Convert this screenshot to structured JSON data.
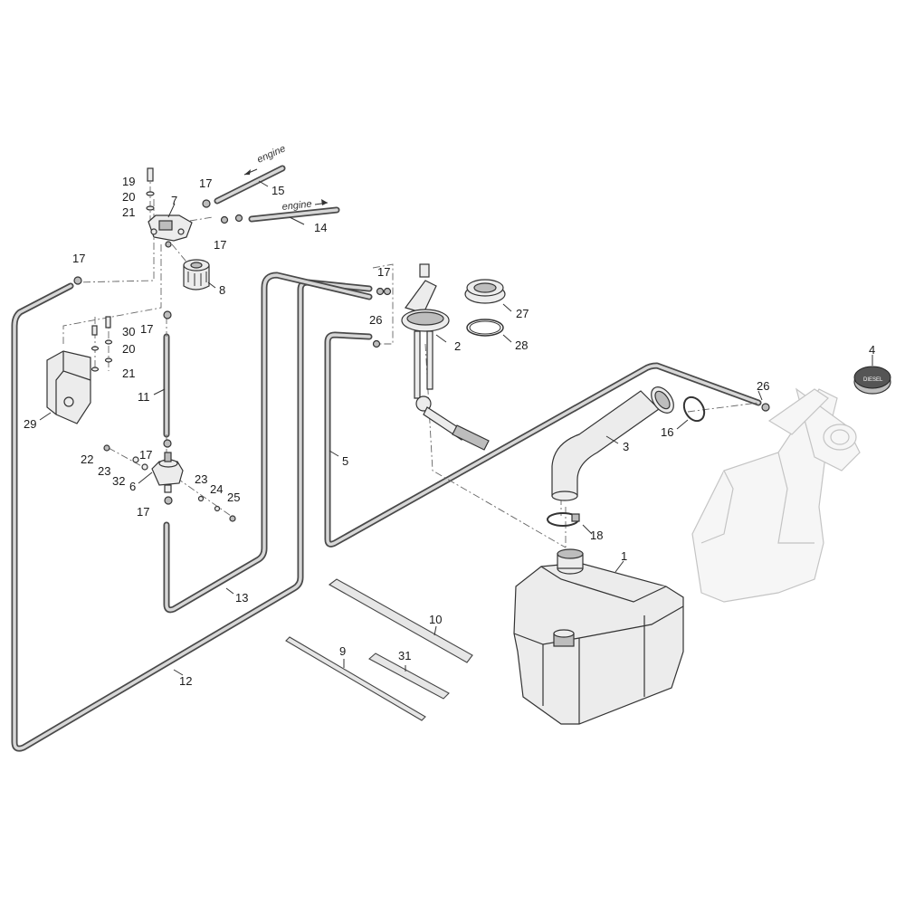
{
  "labels": {
    "engine_upper": "engine",
    "engine_lower": "engine",
    "c1": "1",
    "c2": "2",
    "c3": "3",
    "c4": "4",
    "c5": "5",
    "c6": "6",
    "c7": "7",
    "c8": "8",
    "c9": "9",
    "c10": "10",
    "c11": "11",
    "c12": "12",
    "c13": "13",
    "c14": "14",
    "c15": "15",
    "c16": "16",
    "c17a": "17",
    "c17b": "17",
    "c17c": "17",
    "c17d": "17",
    "c17e": "17",
    "c17f": "17",
    "c17g": "17",
    "c18": "18",
    "c19": "19",
    "c20a": "20",
    "c20b": "20",
    "c21a": "21",
    "c21b": "21",
    "c22": "22",
    "c23a": "23",
    "c23b": "23",
    "c24": "24",
    "c25": "25",
    "c26a": "26",
    "c26b": "26",
    "c27": "27",
    "c28": "28",
    "c29": "29",
    "c30": "30",
    "c31": "31",
    "c32": "32"
  },
  "colors": {
    "line": "#333333",
    "hose": "#4a4a4a",
    "ghost": "#c4c4c4"
  }
}
